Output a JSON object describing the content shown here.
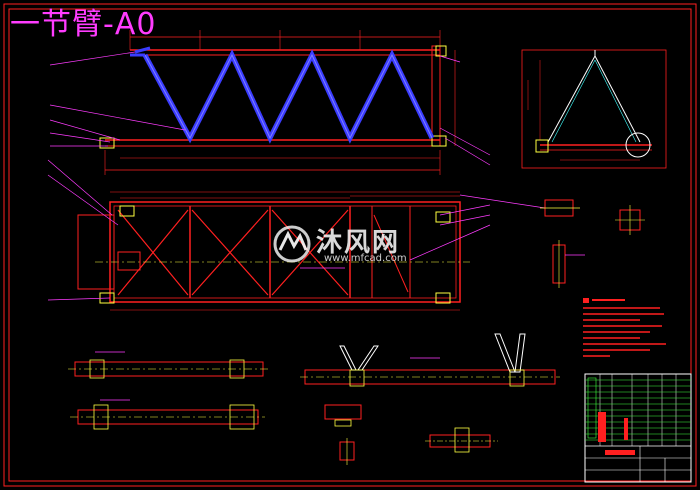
{
  "drawing": {
    "title": "一节臂-A0"
  },
  "watermark": {
    "brand": "沐风网",
    "url": "www.mfcad.com"
  },
  "colors": {
    "background": "#000000",
    "frame": "#ff2020",
    "title": "#ff3cff",
    "truss": "#3a3cff",
    "annotation": "#ff3cff",
    "centerline": "#ffff40",
    "cyan": "#40ffff",
    "green": "#40ff40",
    "white": "#ffffff"
  }
}
